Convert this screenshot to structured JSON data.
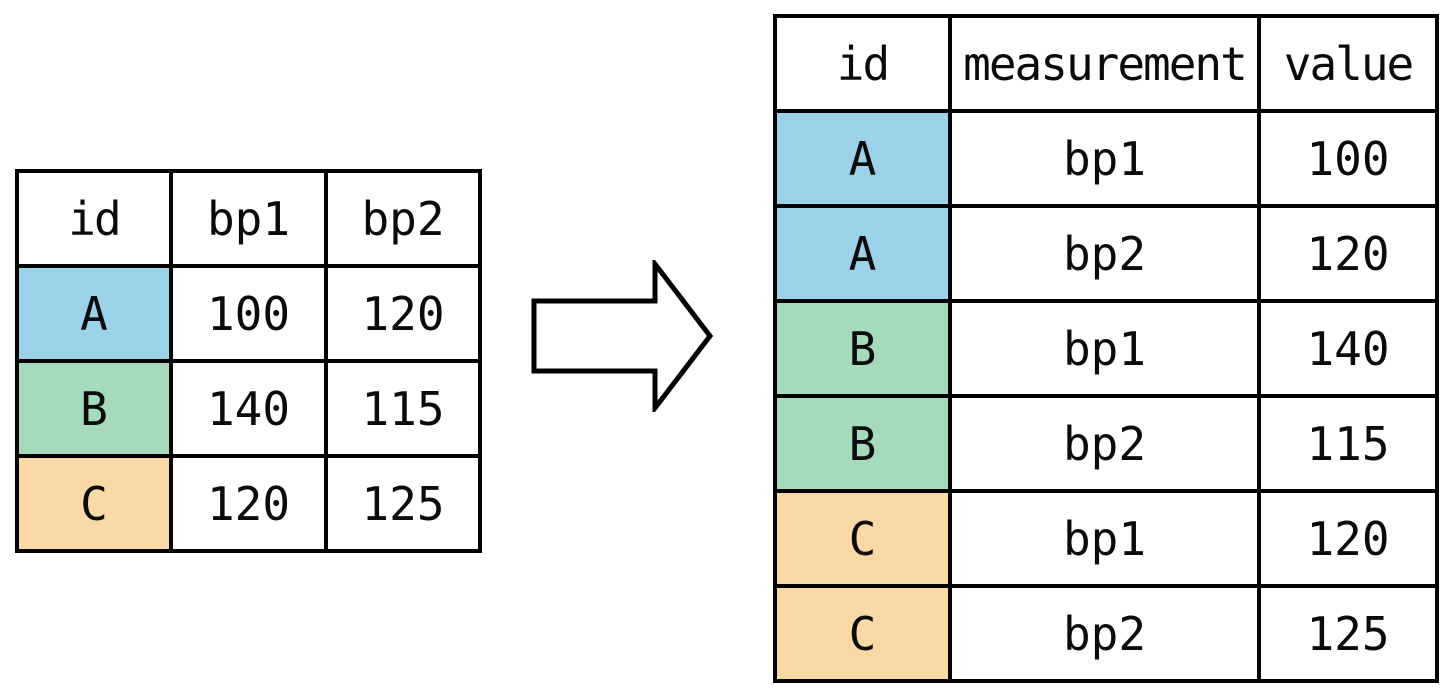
{
  "colors": {
    "row_a_blue": "#9CD1EA",
    "row_b_green": "#A5DABB",
    "row_c_orange": "#FAD9A6",
    "table_border": "#000000",
    "background": "#FFFFFF"
  },
  "wide_table": {
    "headers": [
      "id",
      "bp1",
      "bp2"
    ],
    "rows": [
      {
        "id": "A",
        "bp1": "100",
        "bp2": "120",
        "color_key": "row_a_blue"
      },
      {
        "id": "B",
        "bp1": "140",
        "bp2": "115",
        "color_key": "row_b_green"
      },
      {
        "id": "C",
        "bp1": "120",
        "bp2": "125",
        "color_key": "row_c_orange"
      }
    ]
  },
  "long_table": {
    "headers": [
      "id",
      "measurement",
      "value"
    ],
    "rows": [
      {
        "id": "A",
        "measurement": "bp1",
        "value": "100",
        "color_key": "row_a_blue"
      },
      {
        "id": "A",
        "measurement": "bp2",
        "value": "120",
        "color_key": "row_a_blue"
      },
      {
        "id": "B",
        "measurement": "bp1",
        "value": "140",
        "color_key": "row_b_green"
      },
      {
        "id": "B",
        "measurement": "bp2",
        "value": "115",
        "color_key": "row_b_green"
      },
      {
        "id": "C",
        "measurement": "bp1",
        "value": "120",
        "color_key": "row_c_orange"
      },
      {
        "id": "C",
        "measurement": "bp2",
        "value": "125",
        "color_key": "row_c_orange"
      }
    ]
  },
  "arrow": {
    "icon": "right-block-arrow"
  }
}
